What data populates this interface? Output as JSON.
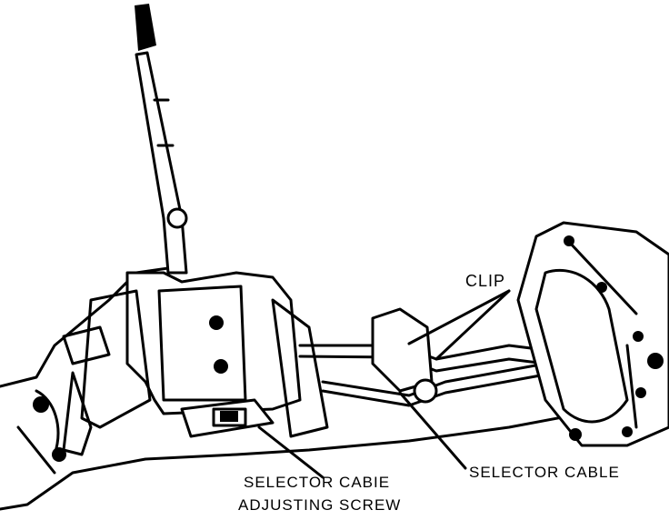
{
  "labels": {
    "clip": "CLIP",
    "selector_cable": "SELECTOR CABLE",
    "adjusting_line1": "SELECTOR CABIE",
    "adjusting_line2": "ADJUSTING SCREW"
  },
  "colors": {
    "ink": "#000000",
    "paper": "#ffffff"
  }
}
